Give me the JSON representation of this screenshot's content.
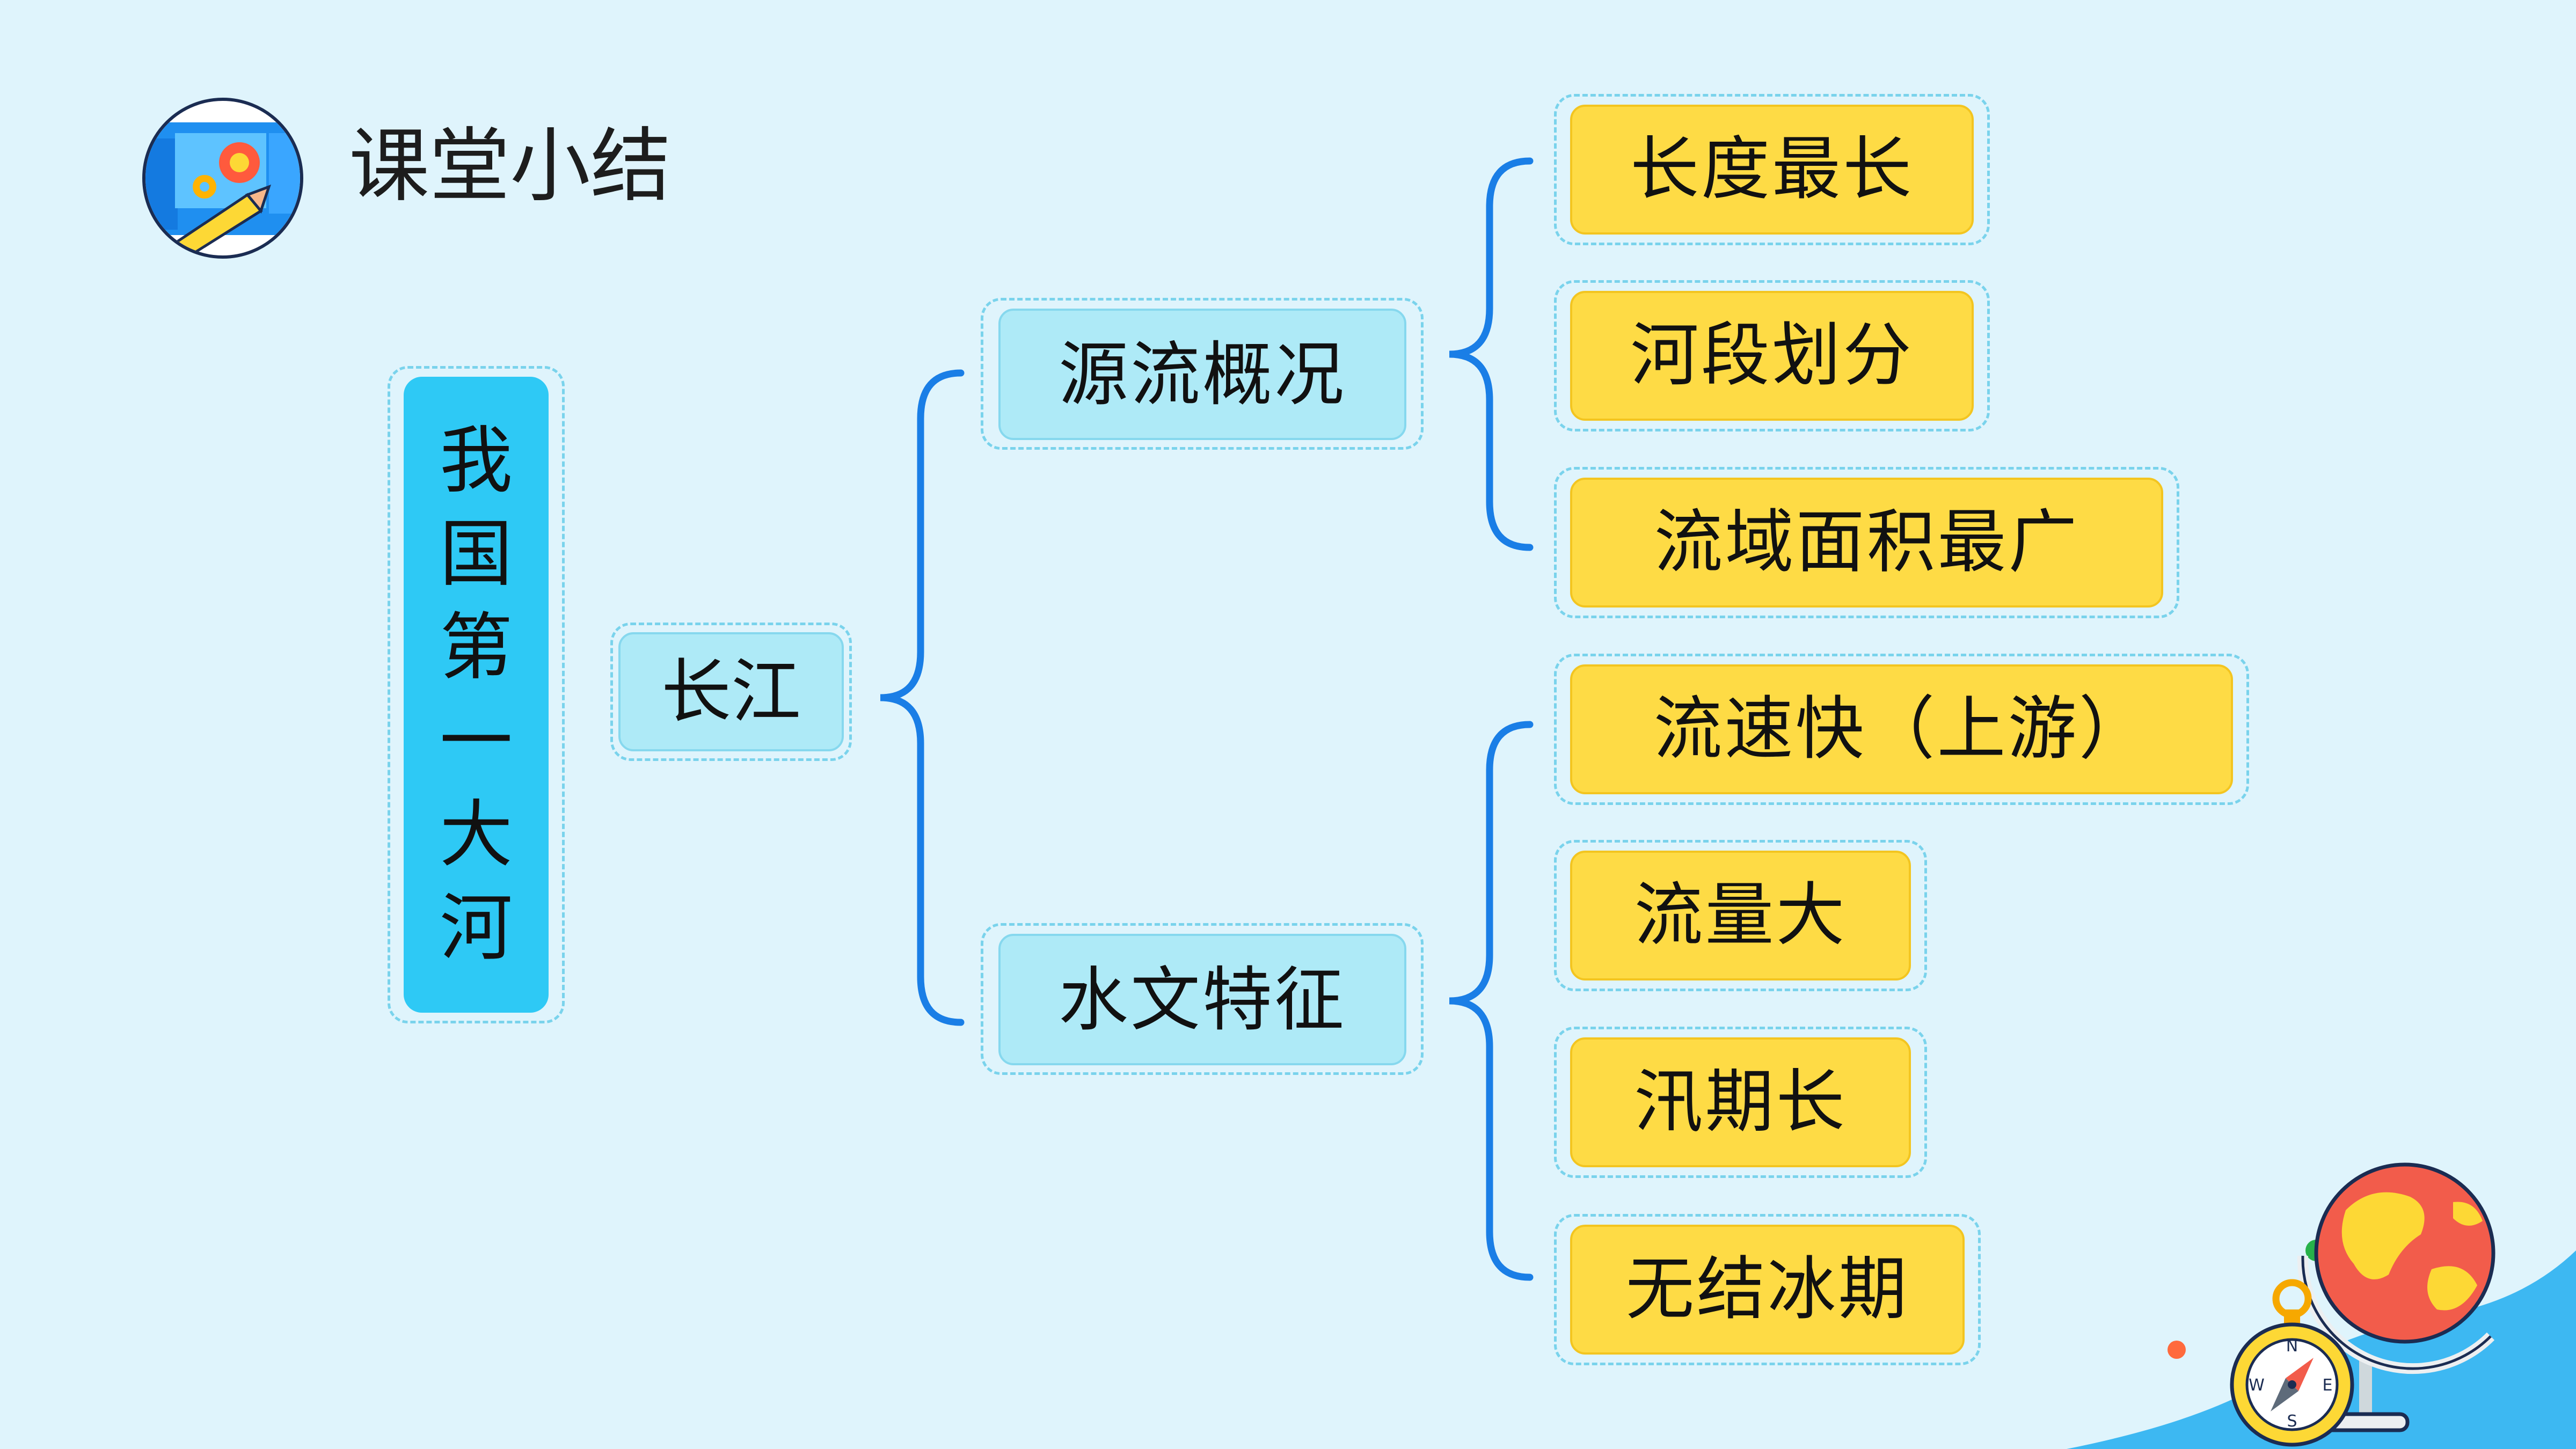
{
  "header": {
    "title": "课堂小结",
    "icon": "gear-pencil-icon"
  },
  "mindmap": {
    "root_chars": [
      "我",
      "国",
      "第",
      "一",
      "大",
      "河"
    ],
    "level1": "长江",
    "branches": [
      {
        "label": "源流概况",
        "leaves": [
          "长度最长",
          "河段划分",
          "流域面积最广"
        ]
      },
      {
        "label": "水文特征",
        "leaves": [
          "流速快（上游）",
          "流量大",
          "汛期长",
          "无结冰期"
        ]
      }
    ]
  },
  "decorations": {
    "globe": "globe-icon",
    "compass": "compass-icon",
    "compass_letters": [
      "N",
      "E",
      "S",
      "W"
    ]
  },
  "colors": {
    "background": "#dff4fc",
    "root": "#2ec9f5",
    "branch": "#aeeaf7",
    "leaf": "#fedb45",
    "connector": "#1a7ee6"
  }
}
